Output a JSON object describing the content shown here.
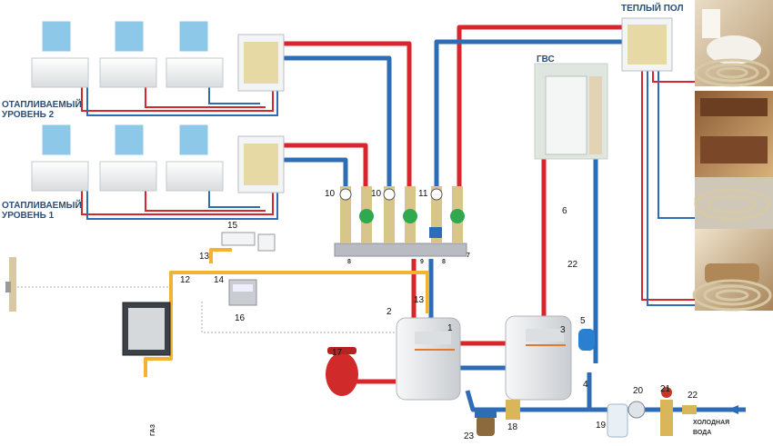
{
  "labels": {
    "level2_line1": "ОТАПЛИВАЕМЫЙ",
    "level2_line2": "УРОВЕНЬ 2",
    "level1_line1": "ОТАПЛИВАЕМЫЙ",
    "level1_line2": "УРОВЕНЬ 1",
    "warm_floor": "ТЕПЛЫЙ ПОЛ",
    "hot_water": "ГВС",
    "cold_water_line1": "ХОЛОДНАЯ",
    "cold_water_line2": "ВОДА",
    "gas": "ГАЗ"
  },
  "manifold_marks": {
    "m1": "8",
    "m2": "9",
    "m3": "8",
    "m4": "7"
  },
  "components": {
    "c1": "1",
    "c2": "2",
    "c3": "3",
    "c4": "4",
    "c5": "5",
    "c6": "6",
    "c10a": "10",
    "c10b": "10",
    "c11": "11",
    "c12": "12",
    "c13a": "13",
    "c13b": "13",
    "c14": "14",
    "c15": "15",
    "c16": "16",
    "c17": "17",
    "c18": "18",
    "c19": "19",
    "c20": "20",
    "c21": "21",
    "c22a": "22",
    "c22b": "22",
    "c23": "23"
  },
  "colors": {
    "hot_pipe": "#d9262c",
    "cold_pipe": "#2e6db5",
    "gas_pipe": "#f2b233",
    "radiator": "#eef0f1",
    "window_glass": "#8ec8e8",
    "boiler": "#e8eaec",
    "pump": "#2fa84f",
    "expansion_red": "#d02a2a",
    "expansion_blue": "#2a7fd0"
  }
}
